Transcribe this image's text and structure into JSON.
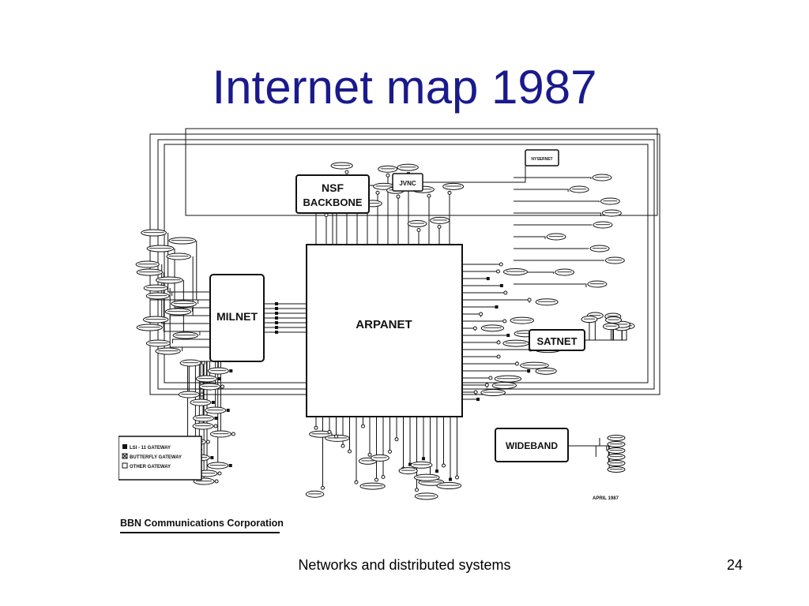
{
  "slide": {
    "title": "Internet map 1987",
    "footer": "Networks and distributed systems",
    "page_number": "24"
  },
  "map": {
    "networks": {
      "arpanet": "ARPANET",
      "milnet": "MILNET",
      "nsf": "NSF",
      "backbone": "BACKBONE",
      "jvnc": "JVNC",
      "mysernet": "NYSERNET",
      "satnet": "SATNET",
      "wideband": "WIDEBAND"
    },
    "legend": {
      "lsi": "LSI - 11 GATEWAY",
      "butterfly": "BUTTERFLY GATEWAY",
      "other": "OTHER GATEWAY"
    },
    "date": "APRIL 1987",
    "company": "BBN Communications Corporation"
  },
  "colors": {
    "title": "#1a1a8c",
    "ink": "#111111"
  }
}
